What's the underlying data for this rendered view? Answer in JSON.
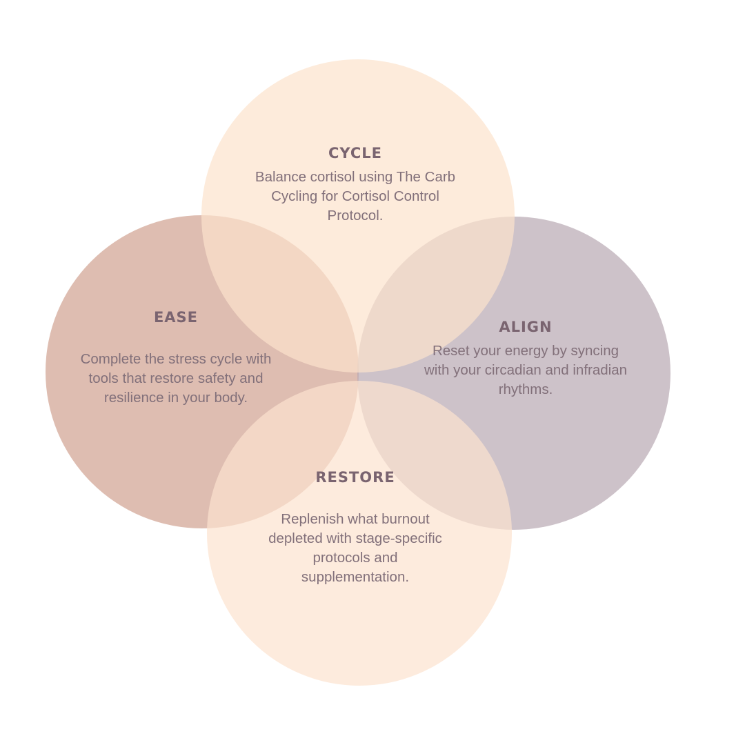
{
  "diagram": {
    "circles": [
      {
        "id": "ease",
        "title": "EASE",
        "description": "Complete the stress cycle with tools that restore safety and resilience in your body.",
        "color": "#d1a493"
      },
      {
        "id": "align",
        "title": "ALIGN",
        "description": "Reset your energy by syncing with your circadian and infradian rhythms.",
        "color": "#b8a8b2"
      },
      {
        "id": "restore",
        "title": "RESTORE",
        "description": "Replenish what burnout depleted with stage-specific protocols and supplementation.",
        "color": "#fce2ce"
      },
      {
        "id": "cycle",
        "title": "CYCLE",
        "description": "Balance cortisol using The Carb Cycling for Cortisol Control Protocol.",
        "color": "#fce2cc"
      }
    ],
    "text_color": "#7a6470"
  }
}
